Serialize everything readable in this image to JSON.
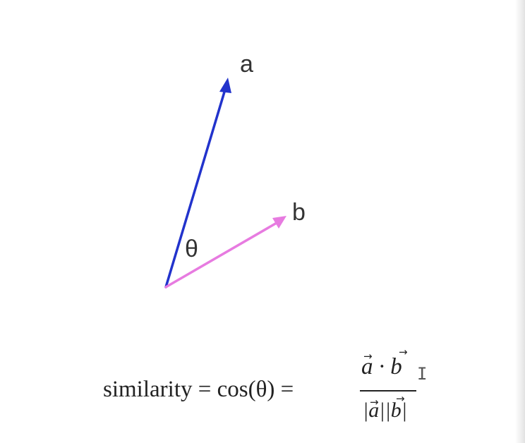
{
  "diagram": {
    "vector_a_label": "a",
    "vector_b_label": "b",
    "angle_label": "θ",
    "vector_a_color": "#2233cc",
    "vector_b_color": "#e77be0"
  },
  "formula": {
    "lhs": "similarity = cos(θ) =",
    "numerator": "a · b",
    "denominator": "|a||b|",
    "vector_arrow_glyph": "→"
  },
  "cursor": {
    "icon": "text-cursor-icon",
    "glyph": "I"
  }
}
